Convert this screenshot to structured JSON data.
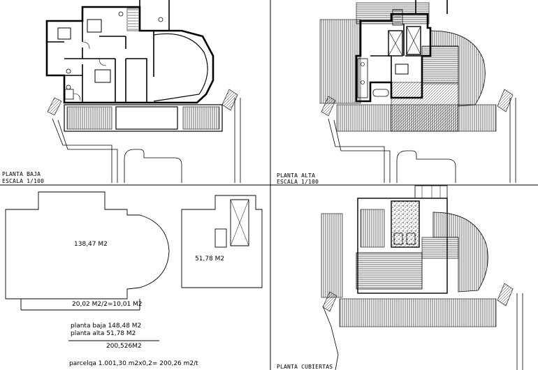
{
  "quadrants": {
    "ground_floor": {
      "title": "PLANTA BAJA",
      "scale": "ESCALA 1/100"
    },
    "upper_floor": {
      "title": "PLANTA ALTA",
      "scale": "ESCALA 1/100"
    },
    "areas": {
      "ground_area": "138,47 M2",
      "upper_area": "51,78 M2",
      "terrace_calc": "20,02 M2/2=10,01 M2",
      "summary_ground": "planta baja 148,48 M2",
      "summary_upper": "planta alta 51,78 M2",
      "total": "200,526M2",
      "parcel": "parcelqa 1.001,30 m2x0,2= 200,26 m2/t"
    },
    "roof": {
      "title": "PLANTA CUBIERTAS"
    }
  },
  "colors": {
    "line": "#000000",
    "background": "#ffffff"
  }
}
